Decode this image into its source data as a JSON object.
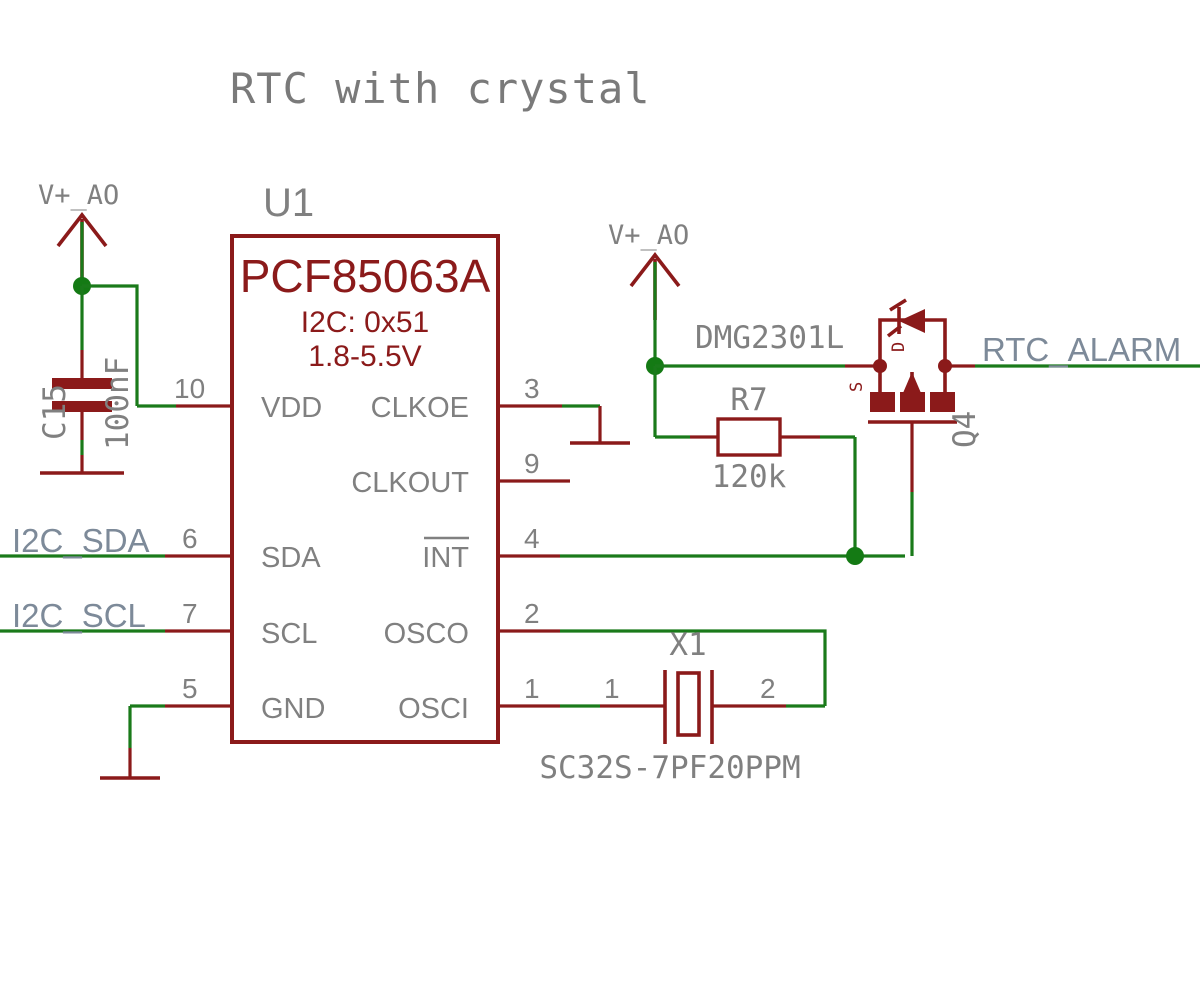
{
  "sheet": {
    "title": "RTC with crystal",
    "background": "#ffffff",
    "colors": {
      "symbol_red": "#8b1a1a",
      "wire_green": "#1a7a1a",
      "text_gray": "#808080",
      "net_label_blue_gray": "#7d8a99"
    }
  },
  "ic": {
    "reference": "U1",
    "name": "PCF85063A",
    "sub_line1": "I2C: 0x51",
    "sub_line2": "1.8-5.5V",
    "pins_left": [
      {
        "number": "10",
        "label": "VDD"
      },
      {
        "number": "6",
        "label": "SDA"
      },
      {
        "number": "7",
        "label": "SCL"
      },
      {
        "number": "5",
        "label": "GND"
      }
    ],
    "pins_right": [
      {
        "number": "3",
        "label": "CLKOE",
        "overbar": false
      },
      {
        "number": "9",
        "label": "CLKOUT",
        "overbar": false
      },
      {
        "number": "4",
        "label": "INT",
        "overbar": true
      },
      {
        "number": "2",
        "label": "OSCO",
        "overbar": false
      },
      {
        "number": "1",
        "label": "OSCI",
        "overbar": false
      }
    ]
  },
  "capacitor": {
    "reference": "C15",
    "value": "100nF"
  },
  "resistor": {
    "reference": "R7",
    "value": "120k"
  },
  "mosfet": {
    "reference": "Q4",
    "part": "DMG2301L",
    "source_pin": "S",
    "drain_pin": "D"
  },
  "crystal": {
    "reference": "X1",
    "value": "SC32S-7PF20PPM",
    "pin1": "1",
    "pin2": "2"
  },
  "power_symbols": [
    {
      "name": "V+_AO"
    },
    {
      "name": "V+_AO"
    }
  ],
  "net_labels": [
    {
      "name": "I2C_SDA"
    },
    {
      "name": "I2C_SCL"
    },
    {
      "name": "RTC_ALARM"
    }
  ]
}
